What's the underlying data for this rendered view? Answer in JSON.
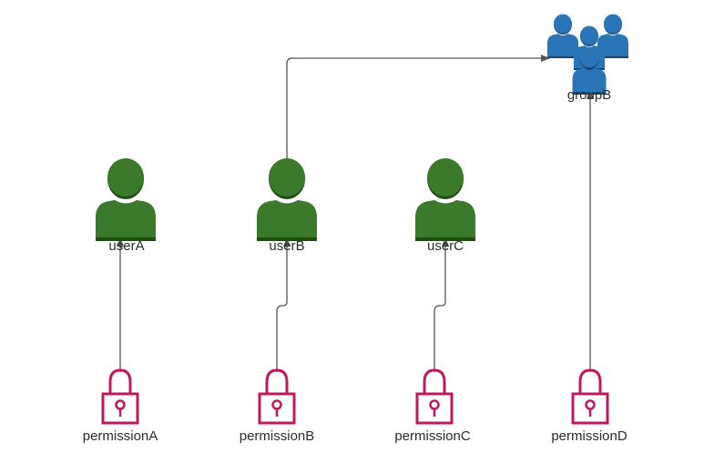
{
  "nodes": {
    "userA": {
      "label": "userA"
    },
    "userB": {
      "label": "userB"
    },
    "userC": {
      "label": "userC"
    },
    "groupB": {
      "label": "groupB"
    },
    "permissionA": {
      "label": "permissionA"
    },
    "permissionB": {
      "label": "permissionB"
    },
    "permissionC": {
      "label": "permissionC"
    },
    "permissionD": {
      "label": "permissionD"
    }
  },
  "edges": [
    {
      "from": "permissionA",
      "to": "userA"
    },
    {
      "from": "permissionB",
      "to": "userB"
    },
    {
      "from": "permissionC",
      "to": "userC"
    },
    {
      "from": "permissionD",
      "to": "groupB"
    },
    {
      "from": "userB",
      "to": "groupB"
    }
  ],
  "icons": {
    "user": "user-icon",
    "group": "users-group-icon",
    "permission": "lock-icon"
  },
  "colors": {
    "user": "#3a7a2a",
    "user_shadow": "#1f4d14",
    "group": "#2a74b8",
    "group_shadow": "#17466f",
    "permission": "#c0185f",
    "edge": "#555555"
  }
}
